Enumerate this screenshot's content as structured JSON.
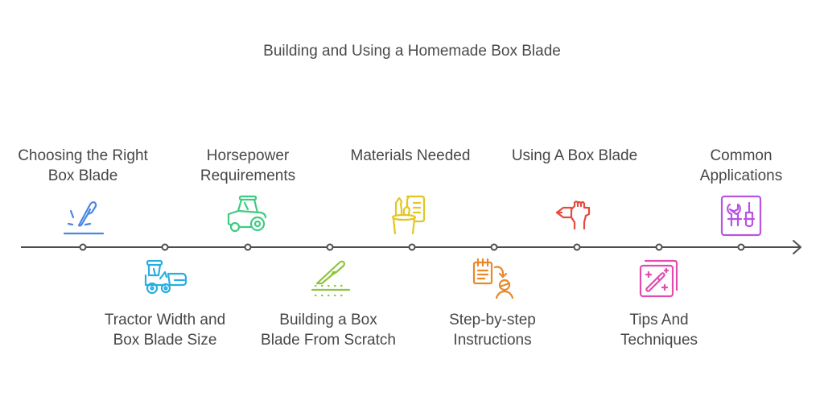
{
  "title": "Building and Using a Homemade Box Blade",
  "colors": {
    "line": "#4d4d4d",
    "text": "#474747",
    "blue": "#4a86e0",
    "cyan": "#29aee0",
    "green": "#3fcb82",
    "lime": "#8cc43c",
    "yellow": "#e3c622",
    "orange": "#e8892a",
    "red": "#e5493f",
    "pink": "#e04dae",
    "purple": "#b754e0"
  },
  "steps": [
    {
      "label": "Choosing the Right Box Blade",
      "position": "top",
      "icon": "knife-cut-icon",
      "color": "#4a86e0"
    },
    {
      "label": "Tractor Width and Box Blade Size",
      "position": "bottom",
      "icon": "tractor-mower-icon",
      "color": "#29aee0"
    },
    {
      "label": "Horsepower Requirements",
      "position": "top",
      "icon": "tractor-icon",
      "color": "#3fcb82"
    },
    {
      "label": "Building a Box Blade From Scratch",
      "position": "bottom",
      "icon": "blade-on-ground-icon",
      "color": "#8cc43c"
    },
    {
      "label": "Materials Needed",
      "position": "top",
      "icon": "materials-list-icon",
      "color": "#e3c622"
    },
    {
      "label": "Step-by-step Instructions",
      "position": "bottom",
      "icon": "instructions-user-icon",
      "color": "#e8892a"
    },
    {
      "label": "Using A Box Blade",
      "position": "top",
      "icon": "hand-holding-tool-icon",
      "color": "#e5493f"
    },
    {
      "label": "Tips And Techniques",
      "position": "bottom",
      "icon": "magic-wand-icon",
      "color": "#e04dae"
    },
    {
      "label": "Common Applications",
      "position": "top",
      "icon": "tools-icon",
      "color": "#b754e0"
    }
  ]
}
